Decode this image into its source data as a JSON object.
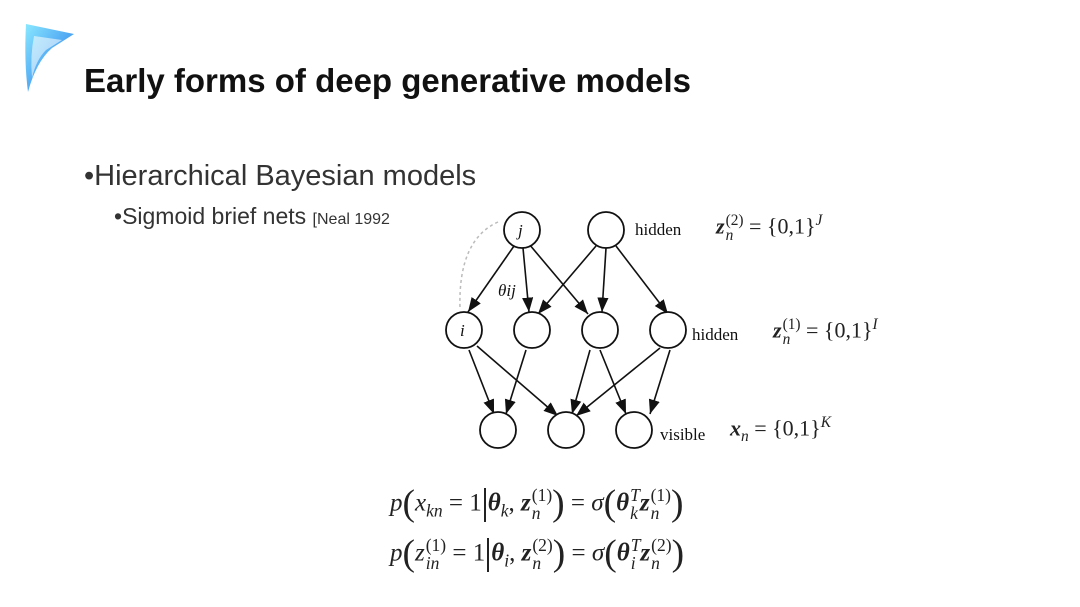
{
  "slide": {
    "title": "Early forms of deep generative models",
    "bullet_1": "Hierarchical Bayesian models",
    "bullet_2": "Sigmoid brief nets",
    "bullet_2_citation": "[Neal 1992"
  },
  "diagram": {
    "top_layer_label": "hidden",
    "middle_layer_label": "hidden",
    "bottom_layer_label": "visible",
    "node_top_left": "j",
    "node_middle_left": "i",
    "edge_label": "θij"
  },
  "equations": {
    "z2": {
      "var": "z",
      "sub": "n",
      "sup": "(2)",
      "rhs": "= {0,1}",
      "exp": "J"
    },
    "z1": {
      "var": "z",
      "sub": "n",
      "sup": "(1)",
      "rhs": "= {0,1}",
      "exp": "I"
    },
    "x": {
      "var": "x",
      "sub": "n",
      "rhs": "= {0,1}",
      "exp": "K"
    },
    "formula_1": "p(x_kn = 1 | θ_k, z_n^(1)) = σ(θ_k^T z_n^(1))",
    "formula_2": "p(z_in^(1) = 1 | θ_i, z_n^(2)) = σ(θ_i^T z_n^(2))"
  },
  "colors": {
    "logo_light": "#7fe0ff",
    "logo_dark": "#1a6fe0"
  }
}
